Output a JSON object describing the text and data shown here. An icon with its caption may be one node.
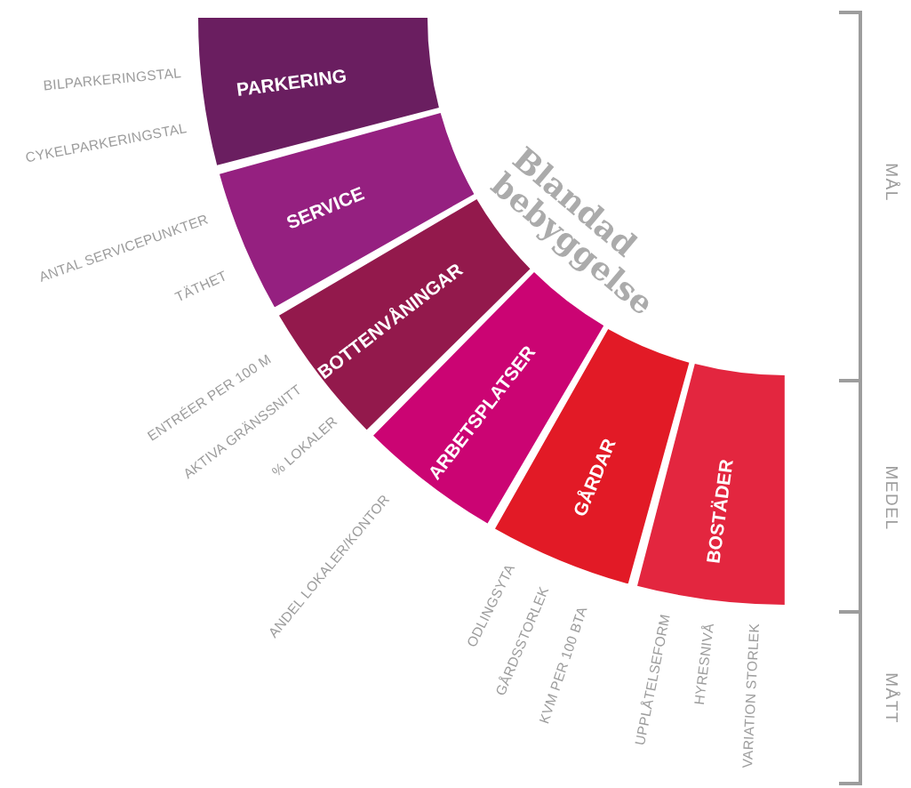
{
  "diagram": {
    "title": "Blandad bebyggelse",
    "nodes": [
      {
        "text": [
          "PARKERING"
        ]
      },
      {
        "text": [
          "SERVICE"
        ]
      },
      {
        "text": [
          "BOTTENVÅNINGAR"
        ]
      },
      {
        "text": [
          "ARBETSPLATSER"
        ]
      },
      {
        "text": [
          "GÅRDAR"
        ]
      },
      {
        "text": [
          "BOSTÄDER"
        ]
      }
    ],
    "edges": [],
    "labels": [
      "BILPARKERINGSTAL",
      "CYKELPARKERINGSTAL",
      "ANTAL SERVICEPUNKTER",
      "TÄTHET",
      "ENTRÉER PER 100 M",
      "AKTIVA GRÄNSSNITT",
      "% LOKALER",
      "ANDEL LOKALER/KONTOR",
      "ODLINGSYTA",
      "GÅRDSSTORLEK",
      "KVM PER 100 BTA",
      "UPPLÅTELSEFORM",
      "HYRESNIVÅ",
      "VARIATION STORLEK",
      "MÅL",
      "MEDEL",
      "MÅTT"
    ]
  }
}
